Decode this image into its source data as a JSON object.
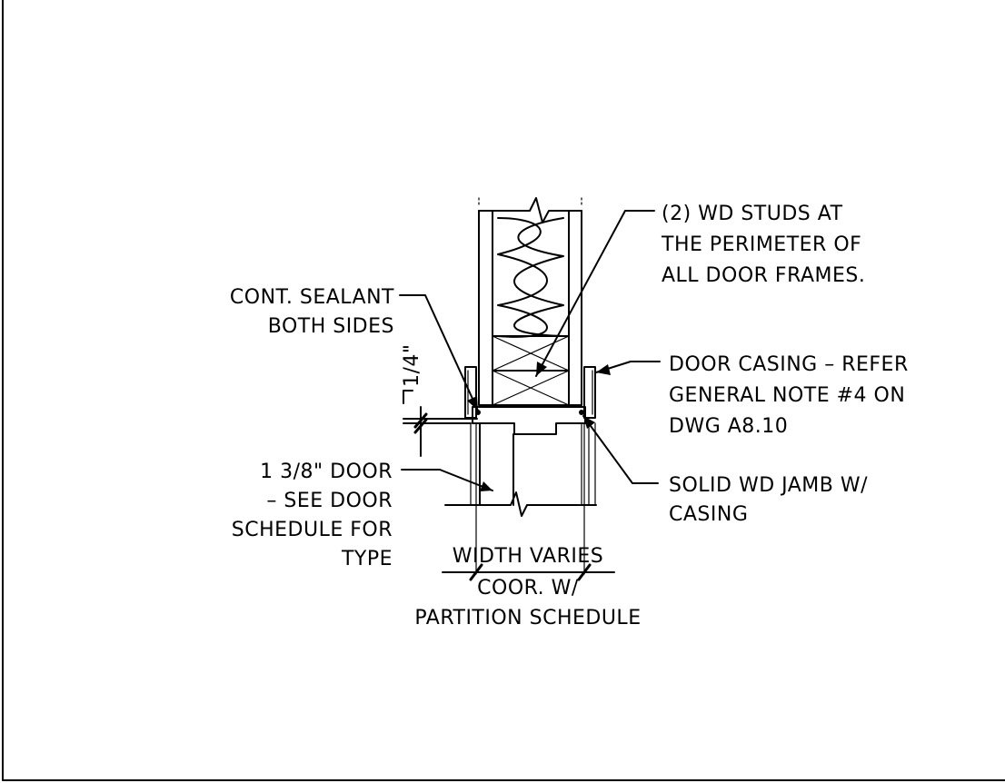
{
  "notes": {
    "studs": [
      "(2) WD STUDS AT",
      "THE PERIMETER OF",
      "ALL DOOR FRAMES."
    ],
    "sealant": [
      "CONT. SEALANT",
      "BOTH SIDES"
    ],
    "casing": [
      "DOOR CASING – REFER",
      "GENERAL NOTE #4 ON",
      "DWG A8.10"
    ],
    "jamb": [
      "SOLID WD JAMB W/",
      "CASING"
    ],
    "door": [
      "1 3/8\" DOOR",
      "– SEE DOOR",
      "SCHEDULE FOR",
      "TYPE"
    ],
    "width": [
      "WIDTH VARIES",
      "COOR. W/",
      "PARTITION SCHEDULE"
    ],
    "reveal_dimension": "1/4\""
  }
}
